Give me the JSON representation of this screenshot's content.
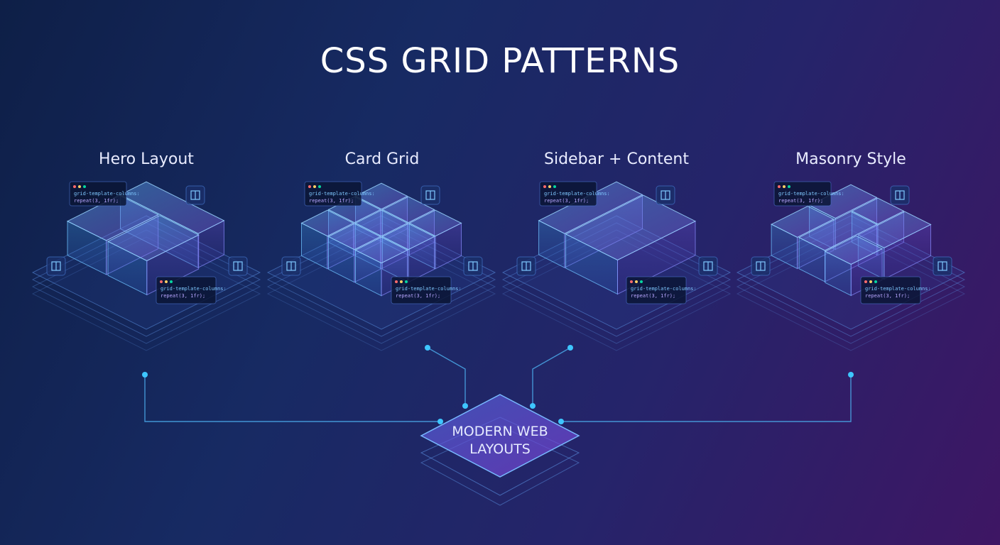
{
  "title": "CSS GRID PATTERNS",
  "patterns": [
    {
      "label": "Hero Layout",
      "icon": "gear-icon"
    },
    {
      "label": "Card Grid",
      "icon": "gear-icon"
    },
    {
      "label": "Sidebar + Content",
      "icon": "layout-icon"
    },
    {
      "label": "Masonry Style",
      "icon": "sliders-icon"
    }
  ],
  "center": {
    "line1": "MODERN WEB",
    "line2": "LAYOUTS"
  },
  "colors": {
    "accent": "#3ec6ff",
    "box_face": "#4a7fd8",
    "line": "#4aa8e8",
    "bg_start": "#0e1f47",
    "bg_end": "#3e1664"
  },
  "code_snippet_1": "grid-template-columns:",
  "code_snippet_2": "repeat(3, 1fr);"
}
